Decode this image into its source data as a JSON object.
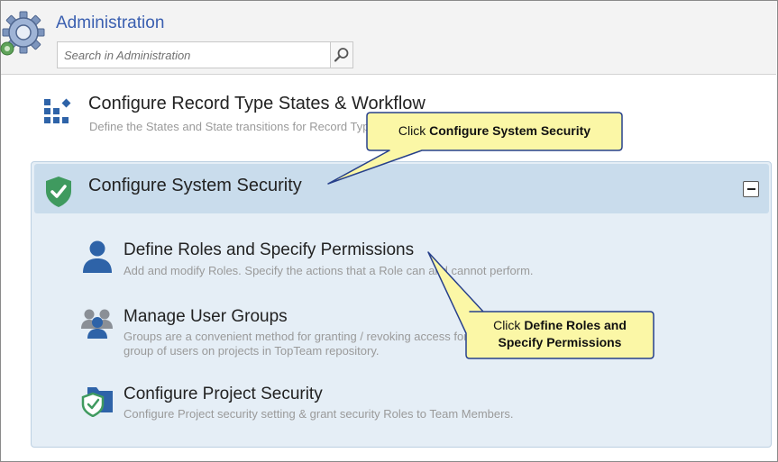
{
  "header": {
    "title": "Administration",
    "search_placeholder": "Search in Administration"
  },
  "items": {
    "workflow": {
      "title": "Configure Record Type States & Workflow",
      "desc": "Define the States and State transitions for Record Types."
    }
  },
  "section": {
    "title": "Configure System Security",
    "sub_items": [
      {
        "title": "Define Roles and Specify Permissions",
        "desc": "Add and modify Roles. Specify the actions that a Role can and cannot perform."
      },
      {
        "title": "Manage User Groups",
        "desc_line1": "Groups are a convenient method for granting / revoking access for a",
        "desc_line2": "group of users on projects in TopTeam repository."
      },
      {
        "title": "Configure Project Security",
        "desc": "Configure Project security setting & grant security Roles to Team Members."
      }
    ]
  },
  "callouts": {
    "first": {
      "prefix": "Click ",
      "bold": "Configure System Security"
    },
    "second": {
      "prefix": "Click ",
      "bold_line1": "Define Roles and",
      "bold_line2": "Specify Permissions"
    }
  },
  "colors": {
    "accent": "#3a5fb0",
    "shield": "#3f9a5f",
    "section_bg": "#e5eef6",
    "section_head": "#c9dcec",
    "callout_fill": "#fbf7a6",
    "icon_blue": "#2e63a8"
  }
}
